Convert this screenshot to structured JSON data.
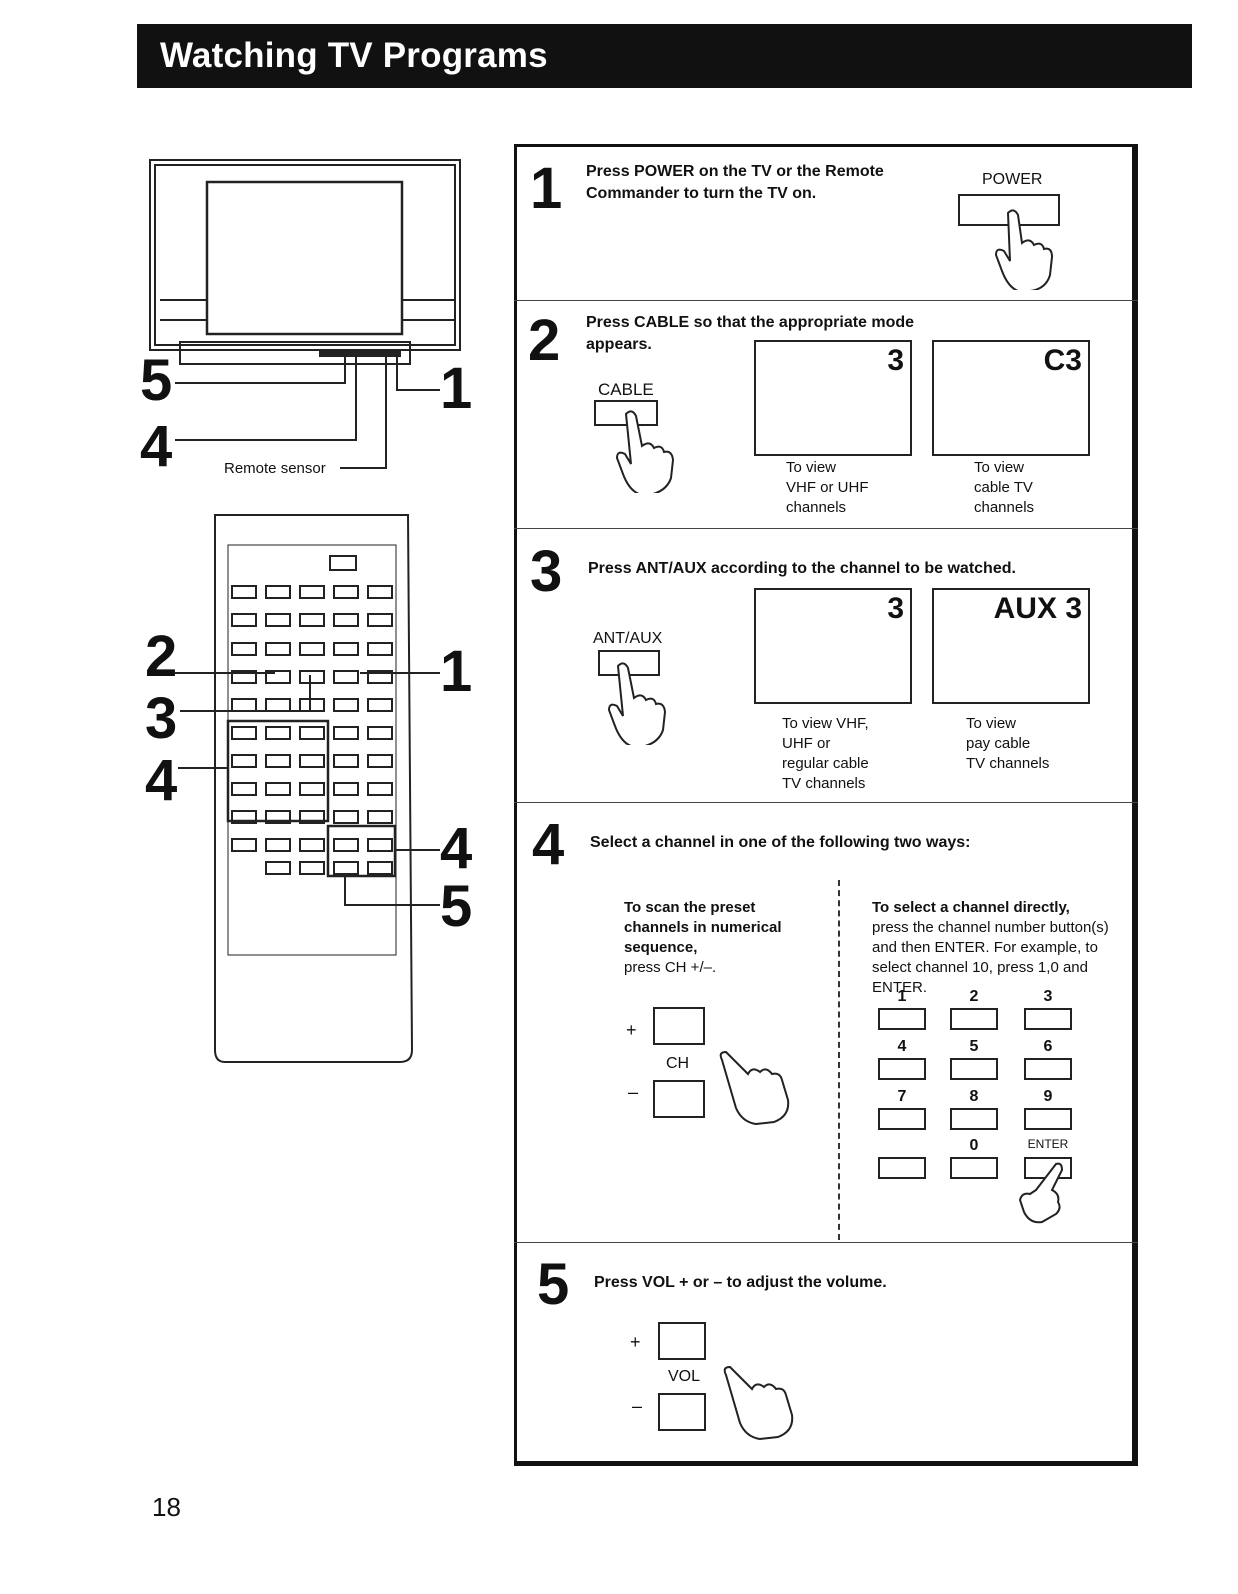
{
  "header": {
    "title": "Watching TV Programs"
  },
  "figure": {
    "callouts": {
      "c5": "5",
      "c4": "4",
      "c1": "1",
      "r2": "2",
      "r3": "3",
      "r4": "4",
      "r1": "1",
      "r4b": "4",
      "r5": "5"
    },
    "remote_sensor_label": "Remote sensor"
  },
  "steps": [
    {
      "number": "1",
      "text": "Press POWER on the TV or the Remote Commander to turn the TV on.",
      "button_label": "POWER"
    },
    {
      "number": "2",
      "text": "Press CABLE so that the appropriate mode appears.",
      "button_label": "CABLE",
      "screens": [
        {
          "display": "3",
          "caption": "To view\nVHF or UHF\nchannels"
        },
        {
          "display": "C3",
          "caption": "To view\ncable TV\nchannels"
        }
      ]
    },
    {
      "number": "3",
      "text": "Press ANT/AUX according to the channel to be watched.",
      "button_label": "ANT/AUX",
      "screens": [
        {
          "display": "3",
          "caption": "To view VHF,\nUHF or\nregular cable\nTV channels"
        },
        {
          "display": "AUX 3",
          "caption": "To view\npay cable\nTV channels"
        }
      ]
    },
    {
      "number": "4",
      "text": "Select a channel in one of the following two ways:",
      "left_bold": "To scan the preset channels in numerical sequence,",
      "left_rest": "press CH +/–.",
      "right_bold": "To select a channel directly,",
      "right_rest": "press the channel number button(s) and then ENTER. For example, to select channel 10, press 1,0 and ENTER.",
      "ch_label": "CH",
      "plus": "+",
      "minus": "–",
      "keypad": [
        "1",
        "2",
        "3",
        "4",
        "5",
        "6",
        "7",
        "8",
        "9",
        "",
        "0",
        "ENTER"
      ]
    },
    {
      "number": "5",
      "text": "Press VOL + or – to adjust the volume.",
      "button_label": "VOL",
      "plus": "+",
      "minus": "–"
    }
  ],
  "page_number": "18"
}
